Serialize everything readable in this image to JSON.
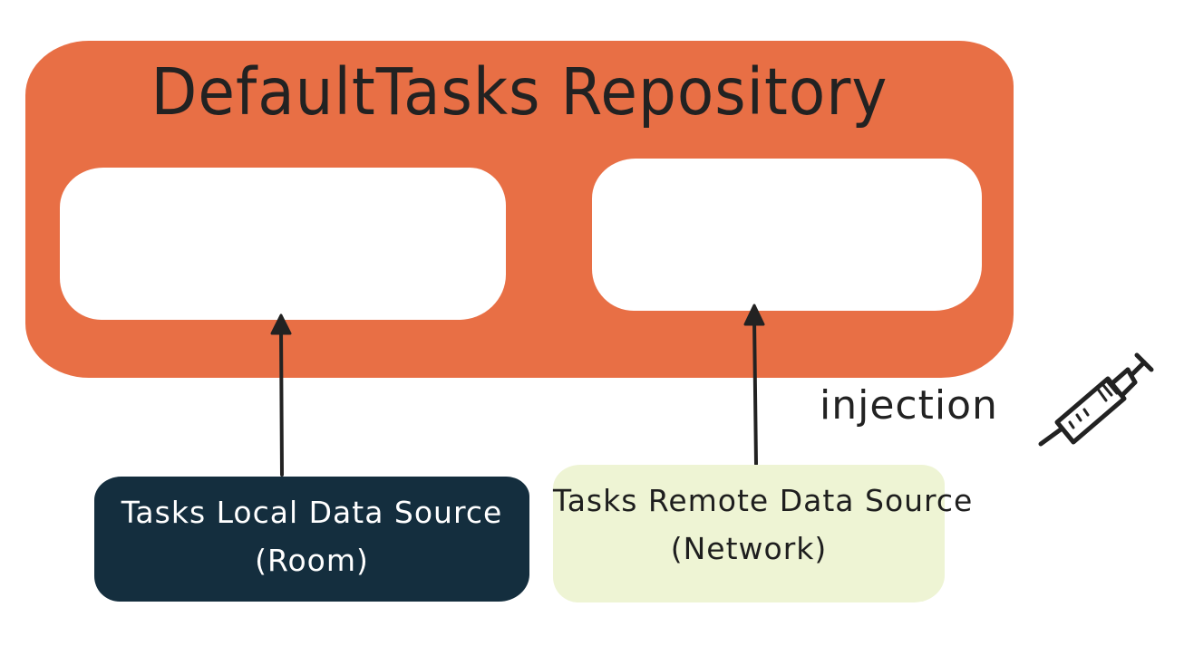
{
  "diagram": {
    "repository": {
      "title": "DefaultTasks Repository",
      "color": "#e86f45"
    },
    "sources": [
      {
        "name": "Tasks Local Data Source",
        "detail": "(Room)",
        "background": "#142e3e",
        "text_color": "#ffffff"
      },
      {
        "name": "Tasks Remote Data Source",
        "detail": "(Network)",
        "background": "#eef4d4",
        "text_color": "#1e1e1e"
      }
    ],
    "arrows": [
      {
        "from": "Tasks Local Data Source",
        "to": "DefaultTasks Repository"
      },
      {
        "from": "Tasks Remote Data Source",
        "to": "DefaultTasks Repository"
      }
    ],
    "annotation": {
      "label": "injection",
      "icon": "syringe-icon"
    }
  }
}
